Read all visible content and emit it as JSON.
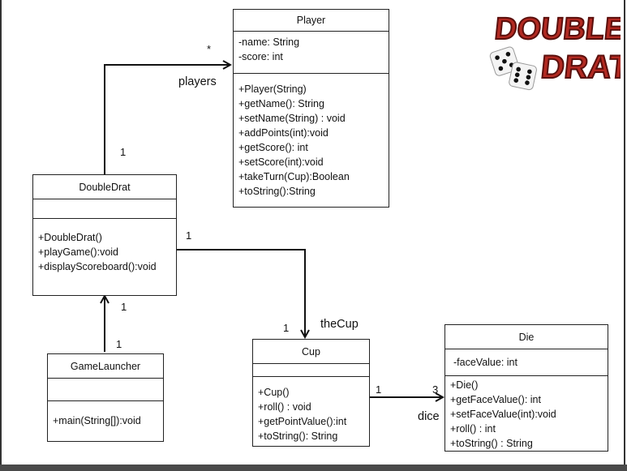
{
  "classes": {
    "player": {
      "name": "Player",
      "attributes": [
        "-name: String",
        "-score: int"
      ],
      "methods": [
        "+Player(String)",
        "+getName(): String",
        "+setName(String) : void",
        "+addPoints(int):void",
        "+getScore(): int",
        "+setScore(int):void",
        "+takeTurn(Cup):Boolean",
        "+toString():String"
      ]
    },
    "doubledrat": {
      "name": "DoubleDrat",
      "attributes": [],
      "methods": [
        "+DoubleDrat()",
        "+playGame():void",
        "+displayScoreboard():void"
      ]
    },
    "gamelauncher": {
      "name": "GameLauncher",
      "attributes": [],
      "methods": [
        "+main(String[]):void"
      ]
    },
    "cup": {
      "name": "Cup",
      "attributes": [],
      "methods": [
        "+Cup()",
        "+roll() : void",
        "+getPointValue():int",
        "+toString(): String"
      ]
    },
    "die": {
      "name": "Die",
      "attributes": [
        "-faceValue: int"
      ],
      "methods": [
        "+Die()",
        "+getFaceValue(): int",
        "+setFaceValue(int):void",
        "+roll() : int",
        "+toString() : String"
      ]
    }
  },
  "associations": {
    "players": {
      "role": "players",
      "mult_source": "1",
      "mult_target": "*"
    },
    "thecup": {
      "role": "theCup",
      "mult_source": "1",
      "mult_target": "1"
    },
    "dice": {
      "role": "dice",
      "mult_source": "1",
      "mult_target": "3"
    },
    "launcher": {
      "mult_source": "1",
      "mult_target": "1"
    }
  },
  "logo": {
    "line1": "DOUBLE",
    "line2": "DRAT!"
  },
  "colors": {
    "logo_fill": "#b22a22",
    "logo_shadow": "#5a0f0c",
    "line": "#111111"
  }
}
